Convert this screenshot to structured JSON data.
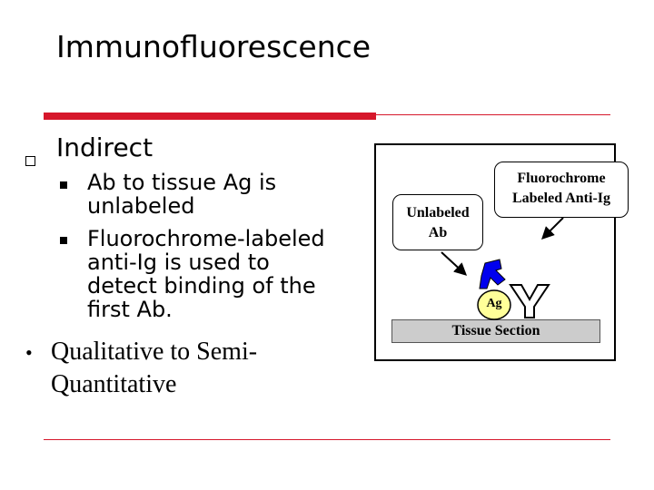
{
  "slide": {
    "title": "Immunofluorescence",
    "heading": "Indirect",
    "sub_bullets": [
      "Ab to tissue Ag is\nunlabeled",
      "Fluorochrome-labeled\nanti-Ig is used to\ndetect binding of the\nfirst Ab."
    ],
    "dot_bullet": "•",
    "qualitative": "Qualitative to Semi-\nQuantitative"
  },
  "diagram": {
    "fluorochrome_label": "Fluorochrome\nLabeled Anti-Ig",
    "unlabeled_label": "Unlabeled\nAb",
    "antigen_label": "Ag",
    "tissue_label": "Tissue Section"
  },
  "colors": {
    "accent_rule": "#d6172b",
    "primary_antibody": "#0000ee",
    "antigen_fill": "#ffff99",
    "secondary_antibody": "#ffffff",
    "tissue_fill": "#cccccc"
  }
}
